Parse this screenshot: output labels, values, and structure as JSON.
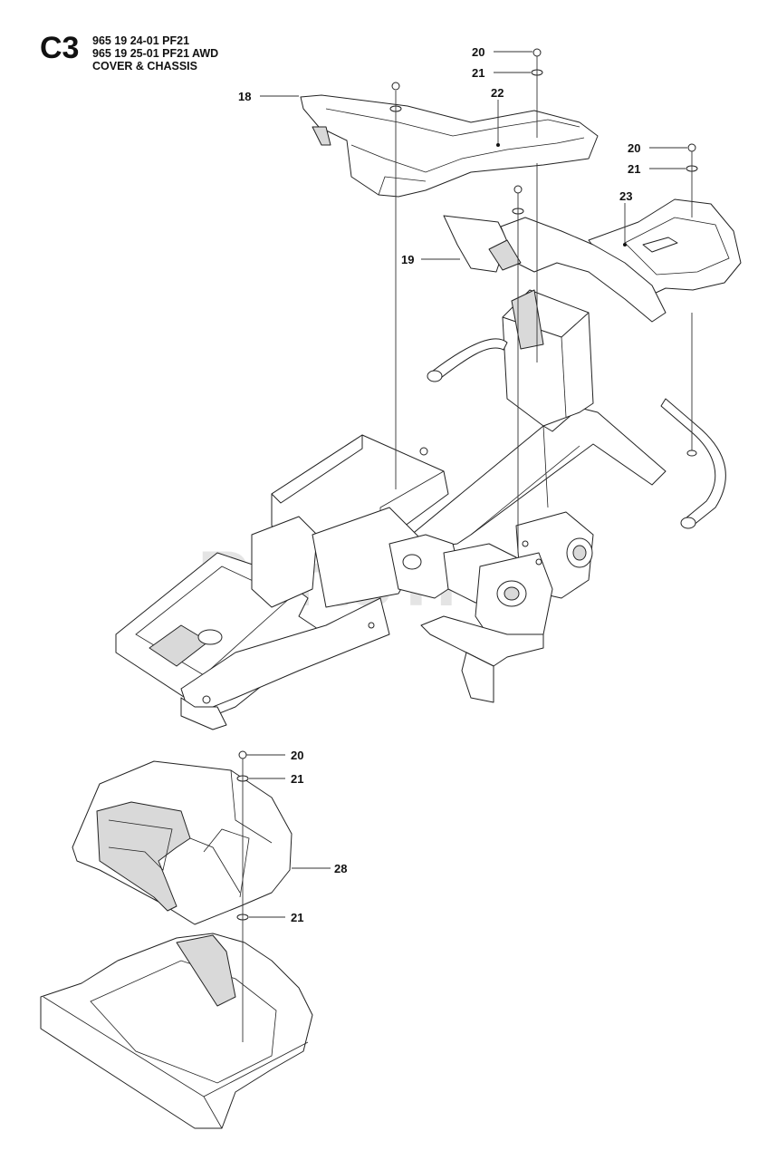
{
  "header": {
    "code": "C3",
    "lines": [
      "965 19 24-01 PF21",
      "965 19 25-01 PF21 AWD",
      "COVER & CHASSIS"
    ]
  },
  "watermark": {
    "text": "PartsTree",
    "trademark": "TM"
  },
  "callouts": {
    "c18": "18",
    "c22": "22",
    "c20a": "20",
    "c21a": "21",
    "c20b": "20",
    "c21b": "21",
    "c23": "23",
    "c19": "19",
    "c20c": "20",
    "c21c": "21",
    "c28": "28",
    "c21d": "21"
  }
}
